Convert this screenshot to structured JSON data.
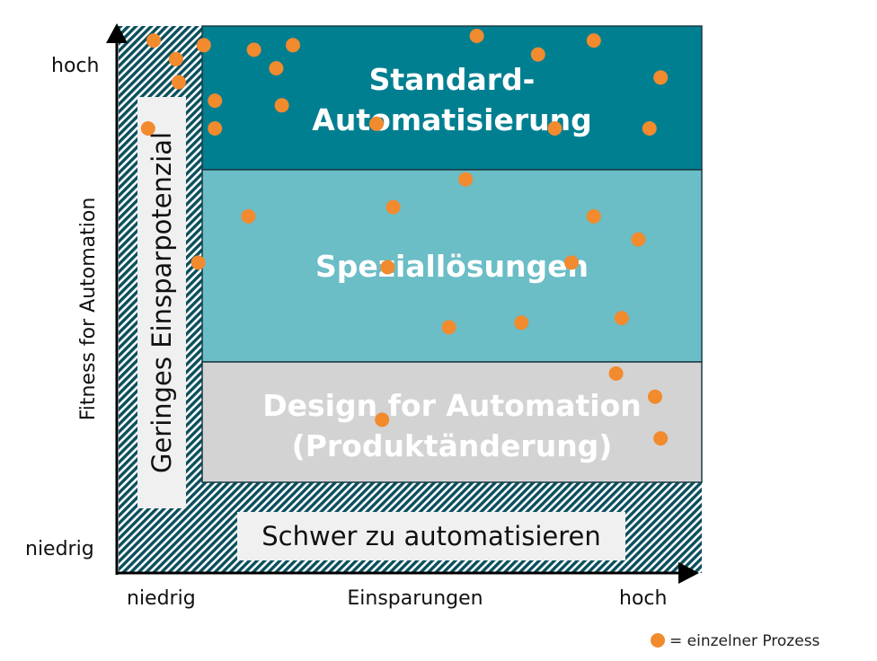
{
  "colors": {
    "standard": "#007f91",
    "special": "#6bbdc6",
    "design": "#d3d3d3",
    "hatch": "#0a4f5e",
    "dot": "#f28a2e",
    "label_box": "#f0f0f0"
  },
  "axes": {
    "y_label": "Fitness for Automation",
    "y_high": "hoch",
    "y_low": "niedrig",
    "x_label": "Einsparungen",
    "x_low": "niedrig",
    "x_high": "hoch"
  },
  "zones": {
    "standard": {
      "line1": "Standard-",
      "line2": "Automatisierung"
    },
    "special": {
      "line1": "Speziallösungen"
    },
    "design": {
      "line1": "Design for Automation",
      "line2": "(Produktänderung)"
    },
    "low_savings": {
      "label": "Geringes Einsparpotenzial"
    },
    "hard": {
      "label": "Schwer zu automatisieren"
    }
  },
  "legend": {
    "text": "= einzelner Prozess"
  },
  "chart_data": {
    "type": "scatter",
    "title": "",
    "xlabel": "Einsparungen",
    "ylabel": "Fitness for Automation",
    "xlim": [
      0,
      100
    ],
    "ylim": [
      0,
      100
    ],
    "points": [
      [
        5,
        99
      ],
      [
        9,
        95
      ],
      [
        9.5,
        90
      ],
      [
        14,
        98
      ],
      [
        23,
        97
      ],
      [
        30,
        98
      ],
      [
        27,
        93
      ],
      [
        4,
        80
      ],
      [
        16,
        86
      ],
      [
        16,
        80
      ],
      [
        28,
        85
      ],
      [
        45,
        81
      ],
      [
        63,
        100
      ],
      [
        74,
        96
      ],
      [
        84,
        99
      ],
      [
        96,
        91
      ],
      [
        77,
        80
      ],
      [
        94,
        80
      ],
      [
        22,
        61
      ],
      [
        48,
        63
      ],
      [
        61,
        69
      ],
      [
        84,
        61
      ],
      [
        92,
        56
      ],
      [
        13,
        51
      ],
      [
        47,
        50
      ],
      [
        80,
        51
      ],
      [
        58,
        37
      ],
      [
        71,
        38
      ],
      [
        89,
        39
      ],
      [
        88,
        27
      ],
      [
        95,
        22
      ],
      [
        46,
        17
      ],
      [
        96,
        13
      ]
    ]
  }
}
